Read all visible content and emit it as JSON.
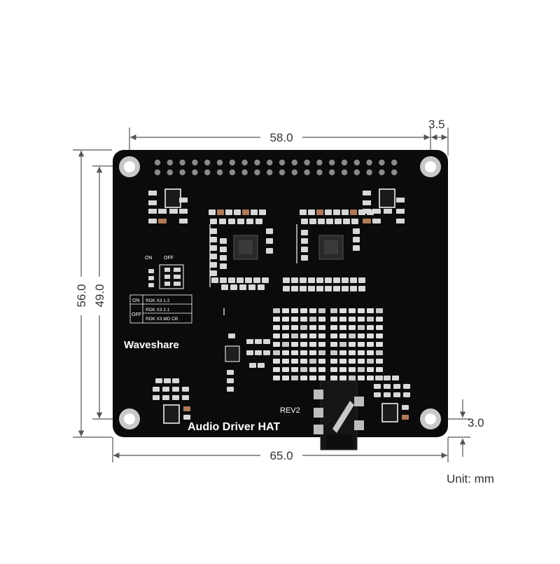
{
  "dimensions": {
    "top_width": "58.0",
    "top_offset": "3.5",
    "overall_width": "65.0",
    "overall_height": "56.0",
    "inner_height": "49.0",
    "bottom_offset": "3.0"
  },
  "unit_label": "Unit: mm",
  "board": {
    "brand": "Waveshare",
    "product": "Audio Driver HAT",
    "revision": "REV2",
    "switch_on": "ON",
    "switch_off": "OFF",
    "switch_table": [
      {
        "state": "ON",
        "label": "RDK X3 1.2"
      },
      {
        "state": "OFF",
        "label": "RDK X3 2.1"
      },
      {
        "state": "",
        "label": "RDK X3 MD CB"
      }
    ]
  },
  "colors": {
    "pcb": "#0b0b0b",
    "dimension_line": "#555555",
    "silkscreen": "#ffffff"
  }
}
